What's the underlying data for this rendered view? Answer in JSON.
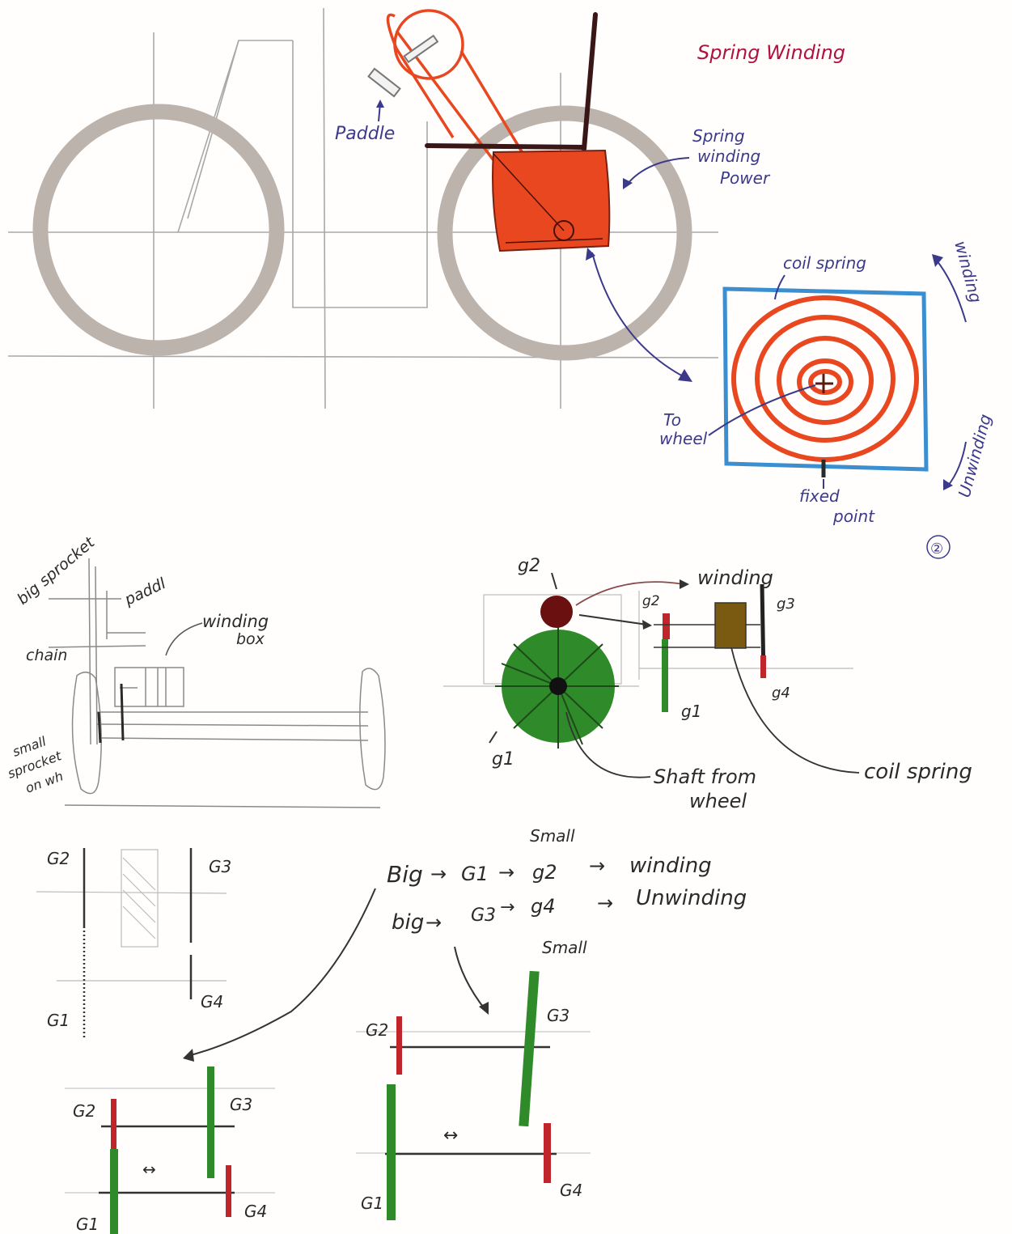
{
  "title": "Spring Winding",
  "page_number": "②",
  "colors": {
    "title": "#b0123f",
    "box": "#e8471f",
    "wheel": "#bdb3ad",
    "guide": "#9a9a9a",
    "ink_blue": "#3b3a8a",
    "spring": "#e8471f",
    "frame": "#3b8fd0",
    "gear_green": "#2f8a2a",
    "gear_red": "#c0252b",
    "gear_brown": "#7a5a10"
  },
  "top_sketch": {
    "paddle_label": "Paddle",
    "spring_power_label": [
      "Spring",
      "winding",
      "Power"
    ]
  },
  "coil_diagram": {
    "coil_label": "coil spring",
    "winding_label": "winding",
    "unwinding_label": "Unwinding",
    "to_wheel_label": [
      "To",
      "wheel"
    ],
    "fixed_label": [
      "fixed",
      "point"
    ]
  },
  "side_sketch": {
    "sprocket_label": "big sprocket",
    "paddle_label": "paddl",
    "chain_label": "chain",
    "winding_box_label": [
      "winding",
      "box"
    ],
    "small_sprocket_label": [
      "small",
      "sprocket",
      "on wh"
    ]
  },
  "gear_sketch": {
    "g2_top": "g2",
    "winding": "winding",
    "g2_side": "g2",
    "g3_side": "g3",
    "g4_side": "g4",
    "g1_side": "g1",
    "g1_bottom": "g1",
    "shaft_label": [
      "Shaft from",
      "wheel"
    ],
    "coil_label": "coil spring"
  },
  "gear_pencil": {
    "g2": "G2",
    "g3": "G3",
    "g4": "G4",
    "g1": "G1"
  },
  "flow": {
    "small_top": "Small",
    "big1": "Big",
    "g1": "G1",
    "g2": "g2",
    "winding": "winding",
    "big2": "big",
    "g3": "G3",
    "g4": "g4",
    "unwinding": "Unwinding",
    "small_bottom": "Small"
  },
  "gear_color_left": {
    "g2": "G2",
    "g3": "G3",
    "g1": "G1",
    "g4": "G4"
  },
  "gear_color_right": {
    "g2": "G2",
    "g3": "G3",
    "g1": "G1",
    "g4": "G4"
  }
}
